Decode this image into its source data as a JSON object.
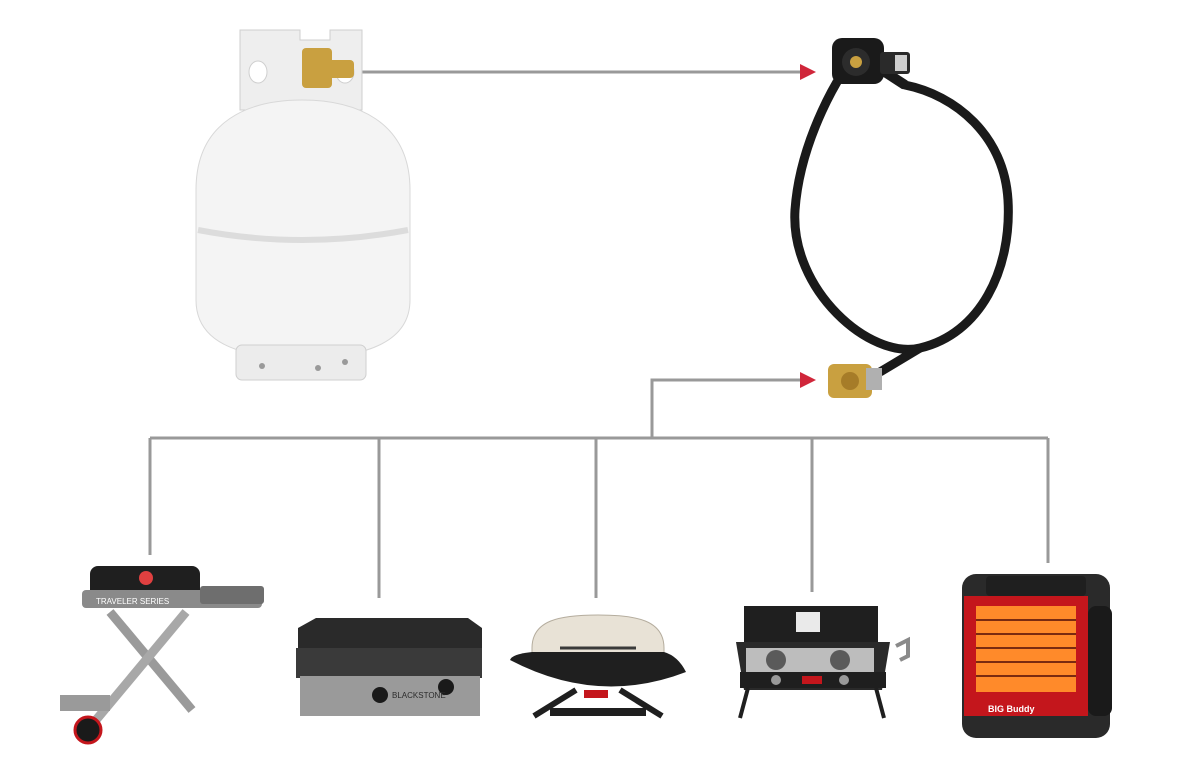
{
  "colors": {
    "connector_line": "#999999",
    "arrow_head": "#d0263a",
    "tank_body": "#f4f4f4",
    "hose": "#1a1a1a",
    "brass": "#c9a040",
    "heater_red": "#c4161c",
    "grill_black": "#1f1f1f"
  },
  "nodes": [
    {
      "id": "propane-tank",
      "icon": "propane-tank-icon"
    },
    {
      "id": "adapter-hose",
      "icon": "adapter-hose-icon"
    },
    {
      "id": "portable-grill",
      "icon": "portable-grill-icon",
      "printed_text": "TRAVELER SERIES"
    },
    {
      "id": "griddle",
      "icon": "griddle-icon",
      "printed_text": "BLACKSTONE"
    },
    {
      "id": "tabletop-grill",
      "icon": "tabletop-grill-icon"
    },
    {
      "id": "camp-stove",
      "icon": "camp-stove-icon"
    },
    {
      "id": "heater",
      "icon": "heater-icon",
      "printed_text": "BIG Buddy"
    }
  ]
}
